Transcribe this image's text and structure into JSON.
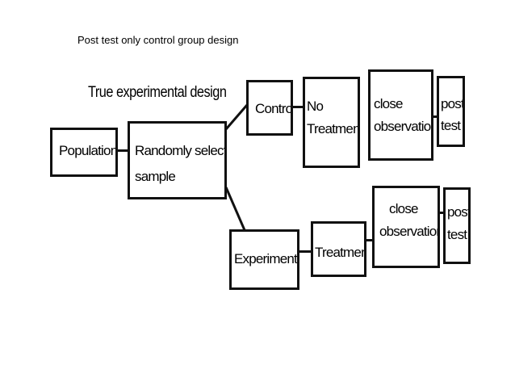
{
  "page": {
    "title": "Post test only control group design"
  },
  "diagram": {
    "title": "True experimental design",
    "nodes": {
      "population": "Population",
      "sample_line1": "Randomly selected",
      "sample_line2": "sample",
      "control": "Control",
      "no_treatment_line1": "No",
      "no_treatment_line2": "Treatment",
      "control_observation_line1": "close",
      "control_observation_line2": "observation",
      "control_post_test_line1": "post",
      "control_post_test_line2": "test",
      "experimental": "Experimental",
      "treatment": "Treatment",
      "experimental_observation_line1": "close",
      "experimental_observation_line2": "observation",
      "experimental_post_test_line1": "post",
      "experimental_post_test_line2": "test"
    }
  }
}
